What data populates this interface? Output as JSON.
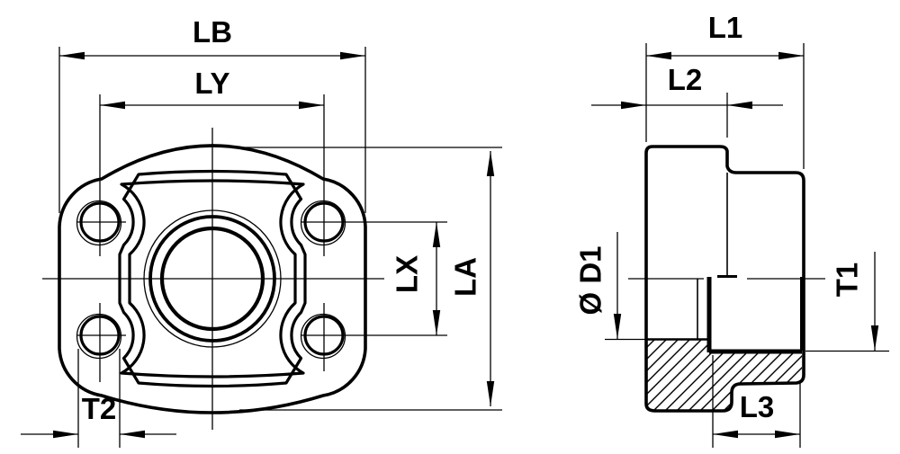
{
  "drawing": {
    "type": "technical-drawing",
    "background_color": "#ffffff",
    "line_color": "#000000",
    "front_view": {
      "description": "flange front view with four bolt holes and center bore",
      "labels": {
        "lb": "LB",
        "ly": "LY",
        "lx": "LX",
        "la": "LA",
        "t2": "T2"
      }
    },
    "side_view": {
      "description": "flange side section view with hatched base and threaded port",
      "labels": {
        "l1": "L1",
        "l2": "L2",
        "d1": "Ø D1",
        "t1": "T1",
        "l3": "L3"
      }
    }
  }
}
